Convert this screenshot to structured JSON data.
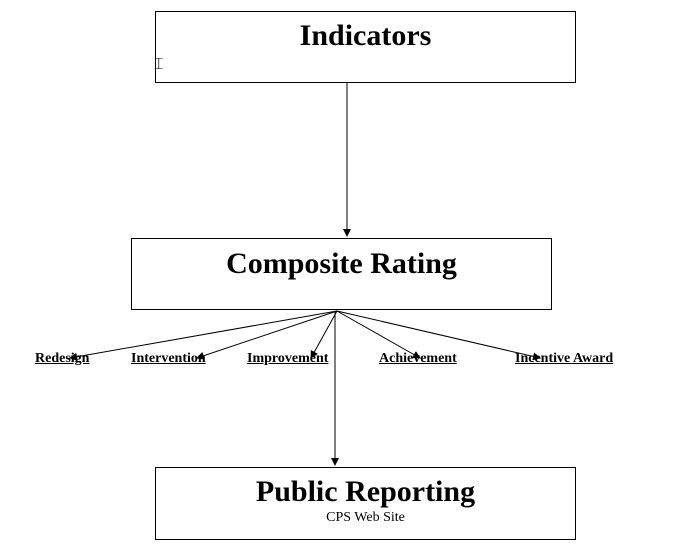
{
  "diagram": {
    "nodes": {
      "indicators": {
        "title": "Indicators"
      },
      "composite": {
        "title": "Composite Rating"
      },
      "public": {
        "title": "Public Reporting",
        "subtitle": "CPS Web Site"
      }
    },
    "outcomes": [
      {
        "id": "redesign",
        "label": "Redesign"
      },
      {
        "id": "intervention",
        "label": "Intervention"
      },
      {
        "id": "improvement",
        "label": "Improvement"
      },
      {
        "id": "achievement",
        "label": "Achievement"
      },
      {
        "id": "incentive-award",
        "label": "Incentive Award"
      }
    ],
    "edges": [
      {
        "from": "indicators",
        "to": "composite"
      },
      {
        "from": "composite",
        "to": "redesign"
      },
      {
        "from": "composite",
        "to": "intervention"
      },
      {
        "from": "composite",
        "to": "improvement"
      },
      {
        "from": "composite",
        "to": "achievement"
      },
      {
        "from": "composite",
        "to": "incentive-award"
      },
      {
        "from": "composite",
        "to": "public"
      }
    ],
    "colors": {
      "stroke": "#000000",
      "background": "#ffffff"
    }
  }
}
